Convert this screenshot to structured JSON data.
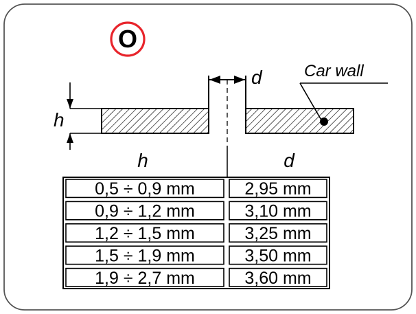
{
  "badge": {
    "letter": "O",
    "ring_color": "#e8242b"
  },
  "diagram": {
    "dim_d_label": "d",
    "dim_h_label": "h",
    "callout_label": "Car wall"
  },
  "table": {
    "headers": {
      "h": "h",
      "d": "d"
    },
    "rows": [
      {
        "h": "0,5 ÷ 0,9 mm",
        "d": "2,95 mm"
      },
      {
        "h": "0,9 ÷ 1,2 mm",
        "d": "3,10 mm"
      },
      {
        "h": "1,2 ÷ 1,5 mm",
        "d": "3,25 mm"
      },
      {
        "h": "1,5 ÷ 1,9 mm",
        "d": "3,50 mm"
      },
      {
        "h": "1,9 ÷ 2,7 mm",
        "d": "3,60 mm"
      }
    ]
  }
}
